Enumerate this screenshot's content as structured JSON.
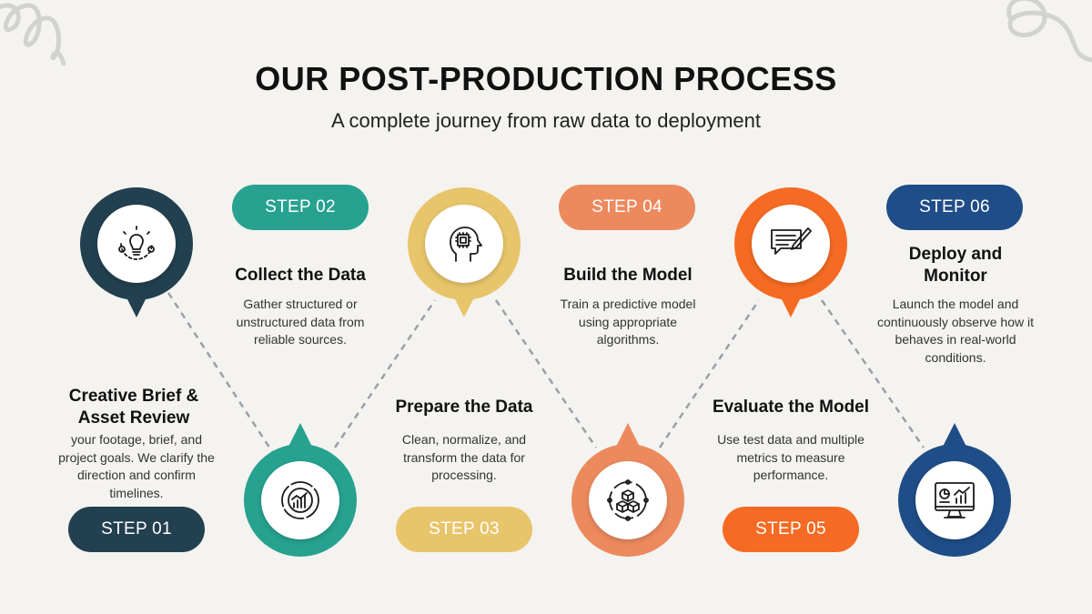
{
  "header": {
    "title": "OUR POST-PRODUCTION PROCESS",
    "subtitle": "A complete journey from raw data to deployment"
  },
  "colors": {
    "step1": "#22404f",
    "step2": "#27a190",
    "step3": "#e8c56b",
    "step4": "#ec8a5e",
    "step5": "#f56b23",
    "step6": "#1f4d87",
    "connector": "#9aa0a8",
    "background": "#f4f3ef"
  },
  "steps": [
    {
      "label": "STEP 01",
      "heading": "Creative Brief & Asset Review",
      "description": "your footage, brief, and project goals. We clarify the direction and confirm timelines.",
      "icon": "gear-lightbulb-icon"
    },
    {
      "label": "STEP 02",
      "heading": "Collect the Data",
      "description": "Gather structured or unstructured data from reliable sources.",
      "icon": "donut-chart-icon"
    },
    {
      "label": "STEP 03",
      "heading": "Prepare the Data",
      "description": "Clean, normalize, and transform the data for processing.",
      "icon": "ai-head-chip-icon"
    },
    {
      "label": "STEP 04",
      "heading": "Build the Model",
      "description": "Train a predictive model using appropriate algorithms.",
      "icon": "cubes-network-icon"
    },
    {
      "label": "STEP 05",
      "heading": "Evaluate the Model",
      "description": "Use test data and multiple metrics to measure performance.",
      "icon": "chat-pencil-icon"
    },
    {
      "label": "STEP 06",
      "heading": "Deploy and Monitor",
      "description": "Launch the model and continuously observe how it behaves in real-world conditions.",
      "icon": "monitor-dashboard-icon"
    }
  ]
}
